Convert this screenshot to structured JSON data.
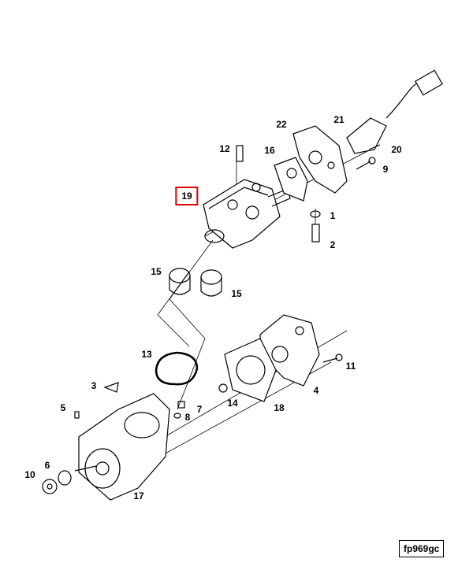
{
  "diagram": {
    "highlight_color": "#e00000",
    "highlighted_part": "19",
    "reference_code": "fp969gc",
    "callouts": [
      {
        "id": "c19",
        "text": "19"
      },
      {
        "id": "c12",
        "text": "12"
      },
      {
        "id": "c16",
        "text": "16"
      },
      {
        "id": "c22",
        "text": "22"
      },
      {
        "id": "c21",
        "text": "21"
      },
      {
        "id": "c20",
        "text": "20"
      },
      {
        "id": "c9",
        "text": "9"
      },
      {
        "id": "c1",
        "text": "1"
      },
      {
        "id": "c2",
        "text": "2"
      },
      {
        "id": "c15a",
        "text": "15"
      },
      {
        "id": "c15b",
        "text": "15"
      },
      {
        "id": "c13",
        "text": "13"
      },
      {
        "id": "c11",
        "text": "11"
      },
      {
        "id": "c4",
        "text": "4"
      },
      {
        "id": "c3",
        "text": "3"
      },
      {
        "id": "c5",
        "text": "5"
      },
      {
        "id": "c7",
        "text": "7"
      },
      {
        "id": "c8",
        "text": "8"
      },
      {
        "id": "c14",
        "text": "14"
      },
      {
        "id": "c18",
        "text": "18"
      },
      {
        "id": "c6",
        "text": "6"
      },
      {
        "id": "c10",
        "text": "10"
      },
      {
        "id": "c17",
        "text": "17"
      }
    ]
  }
}
